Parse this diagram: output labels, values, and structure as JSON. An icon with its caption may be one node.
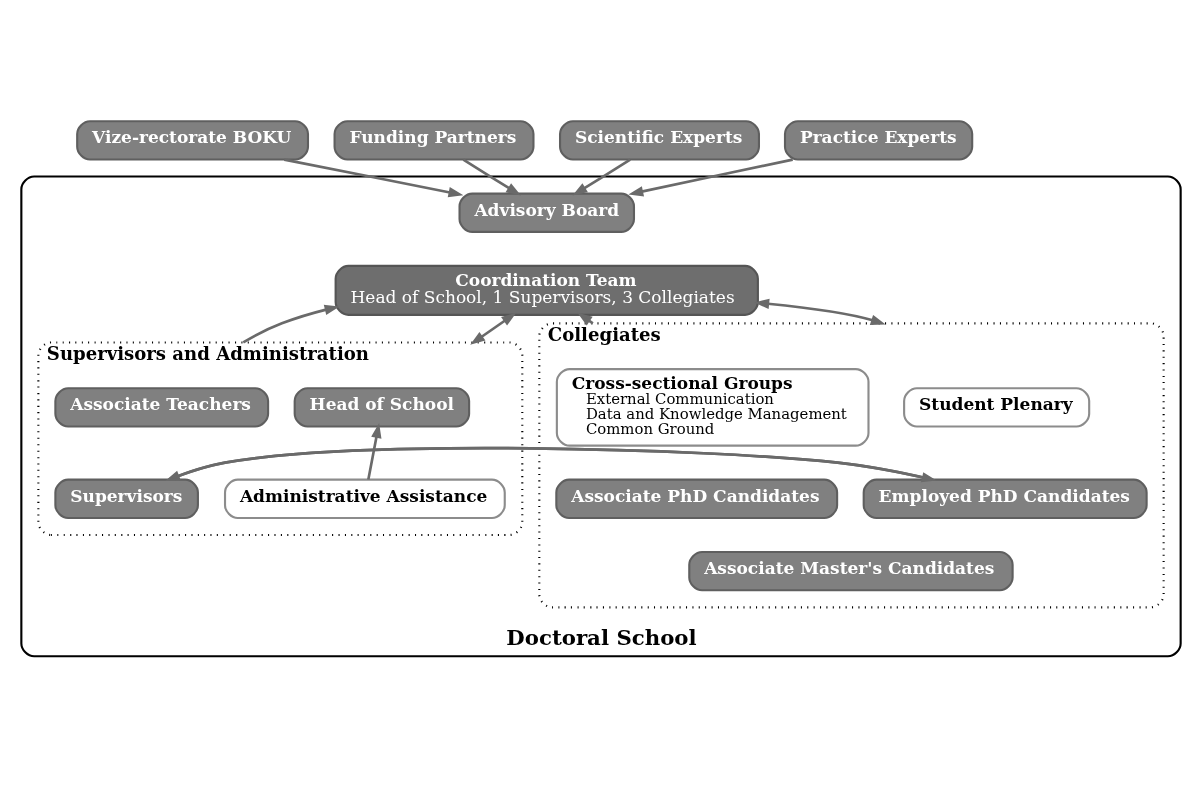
{
  "diagram": {
    "nodes": [
      {
        "text": [
          "Vize-rectorate BOKU"
        ]
      },
      {
        "text": [
          "Funding Partners"
        ]
      },
      {
        "text": [
          "Scientific Experts"
        ]
      },
      {
        "text": [
          "Practice Experts"
        ]
      },
      {
        "text": [
          "Doctoral School"
        ]
      },
      {
        "text": [
          "Advisory Board"
        ],
        "in": 4
      },
      {
        "text": [
          "Coordination Team",
          "Head of School, 1 Supervisors, 3 Collegiates"
        ],
        "in": 4
      },
      {
        "text": [
          "Supervisors and Administration"
        ],
        "in": 4
      },
      {
        "text": [
          "Head of School"
        ],
        "in": 7
      },
      {
        "text": [
          "Associate Teachers"
        ],
        "in": 7
      },
      {
        "text": [
          "Administrative Assistance"
        ],
        "in": 7
      },
      {
        "text": [
          "Supervisors"
        ],
        "in": 7
      },
      {
        "text": [
          "Collegiates"
        ],
        "in": 4
      },
      {
        "text": [
          "Student Plenary"
        ],
        "in": 12
      },
      {
        "text": [
          "Cross-sectional Groups",
          "External Communication",
          "Data and Knowledge Management",
          "Common Ground"
        ],
        "in": 12
      },
      {
        "text": [
          "Employed PhD Candidates"
        ],
        "in": 12
      },
      {
        "text": [
          "Associate PhD Candidates"
        ],
        "in": 12
      },
      {
        "text": [
          "Associate Master's Candidates"
        ],
        "in": 12
      }
    ],
    "edges": [
      {
        "from": 0,
        "to": 5,
        "arrow": "to"
      },
      {
        "from": 1,
        "to": 5,
        "arrow": "to"
      },
      {
        "from": 2,
        "to": 5,
        "arrow": "to"
      },
      {
        "from": 3,
        "to": 5,
        "arrow": "to"
      },
      {
        "from": 6,
        "to": 7,
        "arrow": "both"
      },
      {
        "from": 6,
        "to": 12,
        "arrow": "both"
      },
      {
        "from": 7,
        "to": 6,
        "arrow": "to"
      },
      {
        "from": 12,
        "to": 6,
        "arrow": "to"
      },
      {
        "from": 10,
        "to": 8,
        "arrow": "to"
      },
      {
        "from": 15,
        "to": 11,
        "arrow": "to"
      },
      {
        "from": 11,
        "to": 15,
        "arrow": "to"
      }
    ]
  }
}
